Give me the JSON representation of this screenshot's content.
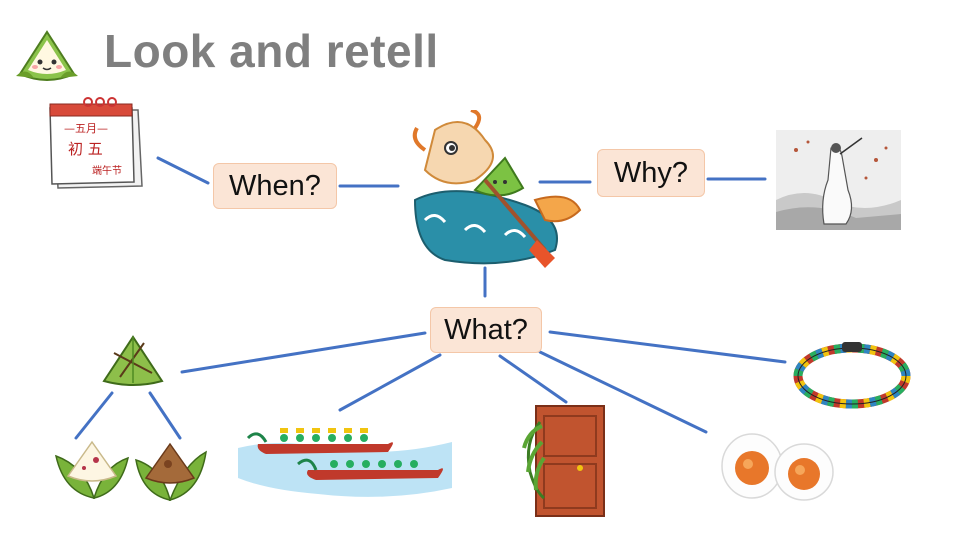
{
  "title": "Look and retell",
  "questions": {
    "when": "When?",
    "why": "Why?",
    "what": "What?"
  },
  "calendar": {
    "month": "—五月—",
    "day": "初 五",
    "festival": "端午节"
  },
  "colors": {
    "title": "#7f7f7f",
    "connector": "#4472c4",
    "box_fill": "#fbe5d6"
  },
  "icons": [
    "zongzi-mascot-icon",
    "calendar-icon",
    "dragon-boat-icon",
    "qu-yuan-painting-icon",
    "zongzi-icon",
    "dragon-boat-race-icon",
    "door-with-herbs-icon",
    "salted-egg-icon",
    "five-color-bracelet-icon"
  ]
}
